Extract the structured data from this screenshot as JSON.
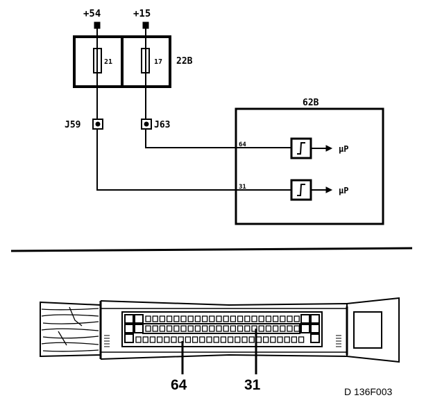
{
  "supplies": {
    "left": "+54",
    "right": "+15"
  },
  "fuses": {
    "left": "21",
    "right": "17",
    "box_label": "22B"
  },
  "junctions": {
    "left": "J59",
    "right": "J63"
  },
  "ecu": {
    "label": "62B",
    "pin_top": "64",
    "pin_bottom": "31",
    "output_top": "µP",
    "output_bottom": "µP"
  },
  "connector": {
    "pin_left": "64",
    "pin_right": "31"
  },
  "reference": "D 136F003"
}
